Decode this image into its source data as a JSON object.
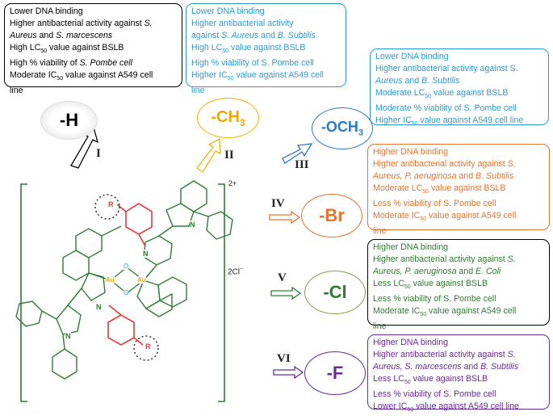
{
  "colors": {
    "h": "#000000",
    "ch3": "#2e8bd6",
    "och3": "#2b78c4",
    "br": "#e8732c",
    "cl": "#2f7d32",
    "f": "#6a2a9a",
    "structure_green": "#2e7d32",
    "structure_red": "#e53935",
    "gold": "#e0a800"
  },
  "substituents": [
    {
      "id": "I",
      "label": "-H",
      "lines": [
        {
          "parts": [
            {
              "t": "Lower DNA binding"
            }
          ]
        },
        {
          "parts": [
            {
              "t": "Higher antibacterial activity against "
            },
            {
              "t": "S.",
              "i": true
            }
          ]
        },
        {
          "parts": [
            {
              "t": "Aureus",
              "i": true
            },
            {
              "t": " and "
            },
            {
              "t": "S. marcescens",
              "i": true
            }
          ]
        },
        {
          "parts": [
            {
              "t": "High LC"
            },
            {
              "t": "50",
              "sub": true
            },
            {
              "t": " value against BSLB"
            }
          ]
        },
        {
          "parts": [
            {
              "t": "High % viability of "
            },
            {
              "t": "S. Pombe cell",
              "i": true
            }
          ]
        },
        {
          "parts": [
            {
              "t": "Moderate IC"
            },
            {
              "t": "50",
              "sub": true
            },
            {
              "t": " value against A549 cell"
            }
          ]
        },
        {
          "parts": [
            {
              "t": "line"
            }
          ]
        }
      ]
    },
    {
      "id": "II",
      "label": "-CH3",
      "lines": [
        {
          "parts": [
            {
              "t": "Lower DNA binding"
            }
          ]
        },
        {
          "parts": [
            {
              "t": "Higher antibacterial activity"
            }
          ]
        },
        {
          "parts": [
            {
              "t": "against "
            },
            {
              "t": "S. Aureus",
              "i": true
            },
            {
              "t": " and "
            },
            {
              "t": "B. Subtilis",
              "i": true
            }
          ]
        },
        {
          "parts": [
            {
              "t": "High LC"
            },
            {
              "t": "50",
              "sub": true
            },
            {
              "t": " value against BSLB"
            }
          ]
        },
        {
          "parts": [
            {
              "t": "High % viability of S. Pombe cell"
            }
          ]
        },
        {
          "parts": [
            {
              "t": "Higher IC"
            },
            {
              "t": "50",
              "sub": true
            },
            {
              "t": " value against A549 cell"
            }
          ]
        },
        {
          "parts": [
            {
              "t": "line"
            }
          ]
        }
      ]
    },
    {
      "id": "III",
      "label": "-OCH3",
      "lines": [
        {
          "parts": [
            {
              "t": "Lower DNA binding"
            }
          ]
        },
        {
          "parts": [
            {
              "t": "Higher antibacterial activity against S."
            }
          ]
        },
        {
          "parts": [
            {
              "t": "Aureus",
              "i": true
            },
            {
              "t": " and "
            },
            {
              "t": "B. Subtilis",
              "i": true
            }
          ]
        },
        {
          "parts": [
            {
              "t": "Moderate LC"
            },
            {
              "t": "50",
              "sub": true
            },
            {
              "t": " value against BSLB"
            }
          ]
        },
        {
          "parts": [
            {
              "t": "Moderate % viability of S. Pombe cell"
            }
          ]
        },
        {
          "parts": [
            {
              "t": "Higher IC"
            },
            {
              "t": "50",
              "sub": true
            },
            {
              "t": " value against A549 cell line"
            }
          ]
        }
      ]
    },
    {
      "id": "IV",
      "label": "-Br",
      "lines": [
        {
          "parts": [
            {
              "t": "Higher DNA binding"
            }
          ]
        },
        {
          "parts": [
            {
              "t": "Higher antibacterial activity against "
            },
            {
              "t": "S.",
              "i": true
            }
          ]
        },
        {
          "parts": [
            {
              "t": "Aureus, P. aeruginosa",
              "i": true
            },
            {
              "t": " and "
            },
            {
              "t": "B. Subtilis",
              "i": true
            }
          ]
        },
        {
          "parts": [
            {
              "t": "Moderate LC"
            },
            {
              "t": "50",
              "sub": true
            },
            {
              "t": " value against BSLB"
            }
          ]
        },
        {
          "parts": [
            {
              "t": "Less % viability of S. Pombe cell"
            }
          ]
        },
        {
          "parts": [
            {
              "t": "Moderate IC"
            },
            {
              "t": "50",
              "sub": true
            },
            {
              "t": " value against A549 cell"
            }
          ]
        },
        {
          "parts": [
            {
              "t": "line"
            }
          ]
        }
      ]
    },
    {
      "id": "V",
      "label": "-Cl",
      "lines": [
        {
          "parts": [
            {
              "t": "Higher DNA binding"
            }
          ]
        },
        {
          "parts": [
            {
              "t": "Higher antibacterial activity against "
            },
            {
              "t": "S.",
              "i": true
            }
          ]
        },
        {
          "parts": [
            {
              "t": "Aureus, P. aeruginosa",
              "i": true
            },
            {
              "t": " and "
            },
            {
              "t": "E. Coli",
              "i": true
            }
          ]
        },
        {
          "parts": [
            {
              "t": "Less LC"
            },
            {
              "t": "50",
              "sub": true
            },
            {
              "t": " value against BSLB"
            }
          ]
        },
        {
          "parts": [
            {
              "t": "Less % viability of S. Pombe cell"
            }
          ]
        },
        {
          "parts": [
            {
              "t": "Moderate IC"
            },
            {
              "t": "50",
              "sub": true
            },
            {
              "t": " value against A549 cell"
            }
          ]
        },
        {
          "parts": [
            {
              "t": "line"
            }
          ]
        }
      ]
    },
    {
      "id": "VI",
      "label": "-F",
      "lines": [
        {
          "parts": [
            {
              "t": "Higher DNA binding"
            }
          ]
        },
        {
          "parts": [
            {
              "t": "Higher antibacterial activity against "
            },
            {
              "t": "S.",
              "i": true
            }
          ]
        },
        {
          "parts": [
            {
              "t": "Aureus, S. marcescens",
              "i": true
            },
            {
              "t": " and "
            },
            {
              "t": "B. Subtilis",
              "i": true
            }
          ]
        },
        {
          "parts": [
            {
              "t": "Less LC"
            },
            {
              "t": "50",
              "sub": true
            },
            {
              "t": " value against BSLB"
            }
          ]
        },
        {
          "parts": [
            {
              "t": "Less % viability of S. Pombe cell"
            }
          ]
        },
        {
          "parts": [
            {
              "t": "Lower IC"
            },
            {
              "t": "50",
              "sub": true
            },
            {
              "t": " value against A549 cell line"
            }
          ]
        }
      ]
    }
  ],
  "structure": {
    "charge": "2+",
    "counterion": "2Cl",
    "counterion_sup": "−",
    "atoms": {
      "n": "N",
      "o": "O",
      "au": "Au",
      "r": "R"
    }
  }
}
